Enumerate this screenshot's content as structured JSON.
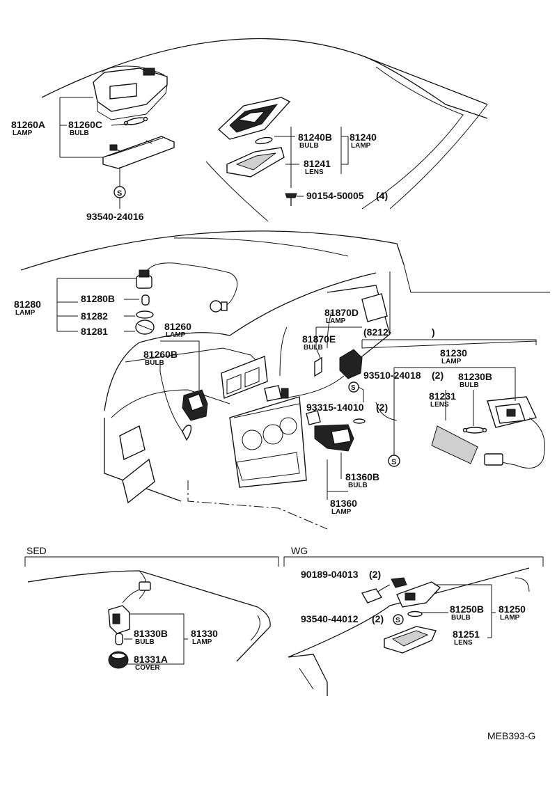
{
  "diagram_code": "MEB393-G",
  "sections": {
    "sedan": "SED",
    "wagon": "WG"
  },
  "callouts": {
    "p81260A": {
      "number": "81260A",
      "caption": "LAMP"
    },
    "p81260C": {
      "number": "81260C",
      "caption": "BULB"
    },
    "p93540_24016": {
      "number": "93540-24016"
    },
    "p81240B": {
      "number": "81240B",
      "caption": "BULB"
    },
    "p81240": {
      "number": "81240",
      "caption": "LAMP"
    },
    "p81241": {
      "number": "81241",
      "caption": "LENS"
    },
    "p90154": {
      "number": "90154-50005",
      "qty": "(4)"
    },
    "p81280": {
      "number": "81280",
      "caption": "LAMP"
    },
    "p81280B": {
      "number": "81280B"
    },
    "p81282": {
      "number": "81282"
    },
    "p81281": {
      "number": "81281"
    },
    "p81260": {
      "number": "81260",
      "caption": "LAMP"
    },
    "p81260B": {
      "number": "81260B",
      "caption": "BULB"
    },
    "p81870D": {
      "number": "81870D",
      "caption": "LAMP"
    },
    "p81870E": {
      "number": "81870E",
      "caption": "BULB"
    },
    "p8212": {
      "number": "(8212-",
      "close": ")"
    },
    "p81230": {
      "number": "81230",
      "caption": "LAMP"
    },
    "p93510": {
      "number": "93510-24018",
      "qty": "(2)"
    },
    "p81230B": {
      "number": "81230B",
      "caption": "BULB"
    },
    "p81231": {
      "number": "81231",
      "caption": "LENS"
    },
    "p93315": {
      "number": "93315-14010",
      "qty": "(2)"
    },
    "p81360B": {
      "number": "81360B",
      "caption": "BULB"
    },
    "p81360": {
      "number": "81360",
      "caption": "LAMP"
    },
    "p81330B": {
      "number": "81330B",
      "caption": "BULB"
    },
    "p81330": {
      "number": "81330",
      "caption": "LAMP"
    },
    "p81331A": {
      "number": "81331A",
      "caption": "COVER"
    },
    "p90189": {
      "number": "90189-04013",
      "qty": "(2)"
    },
    "p93540_44012": {
      "number": "93540-44012",
      "qty": "(2)"
    },
    "p81250B": {
      "number": "81250B",
      "caption": "BULB"
    },
    "p81250": {
      "number": "81250",
      "caption": "LAMP"
    },
    "p81251": {
      "number": "81251",
      "caption": "LENS"
    }
  },
  "screw_symbol": "S",
  "colors": {
    "ink": "#111111",
    "paper": "#ffffff"
  }
}
